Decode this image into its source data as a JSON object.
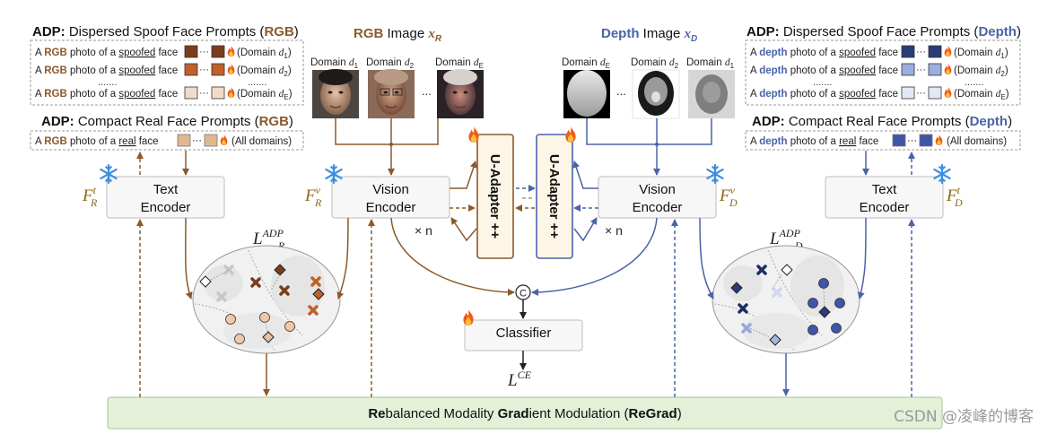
{
  "rgb_color": "#8b5a2b",
  "depth_color": "#4a63a8",
  "prompt_box_border": "#9a9a9a",
  "regrad_fill": "#e4f0d8",
  "left_panel": {
    "spoof_title_prefix": "ADP:",
    "spoof_title_text": "Dispersed Spoof Face Prompts (",
    "spoof_title_mod": "RGB",
    "spoof_title_close": ")",
    "spoof_rows": [
      {
        "pre": "A ",
        "mod": "RGB",
        "mid": " photo of a ",
        "u": "spoofed",
        "post": " face",
        "dom": "(Domain ",
        "sub": "d",
        "idx": "1",
        "close": ")"
      },
      {
        "pre": "A ",
        "mod": "RGB",
        "mid": " photo of a ",
        "u": "spoofed",
        "post": " face",
        "dom": "(Domain ",
        "sub": "d",
        "idx": "2",
        "close": ")"
      },
      {
        "pre": "A ",
        "mod": "RGB",
        "mid": " photo of a ",
        "u": "spoofed",
        "post": " face",
        "dom": "(Domain ",
        "sub": "d",
        "idx": "E",
        "close": ")"
      }
    ],
    "real_title_prefix": "ADP:",
    "real_title_text": "Compact Real Face Prompts (",
    "real_title_mod": "RGB",
    "real_title_close": ")",
    "real_row": {
      "pre": "A ",
      "mod": "RGB",
      "mid": " photo of a ",
      "u": "real",
      "post": " face",
      "dom": "(All domains)"
    },
    "swatch_colors_spoof": [
      "#7a3f1a",
      "#c0602a",
      "#f2dcc8"
    ],
    "swatch_color_real": "#e0b890"
  },
  "right_panel": {
    "spoof_title_prefix": "ADP:",
    "spoof_title_text": "Dispersed Spoof Face Prompts (",
    "spoof_title_mod": "Depth",
    "spoof_title_close": ")",
    "spoof_rows": [
      {
        "pre": "A ",
        "mod": "depth",
        "mid": " photo of a ",
        "u": "spoofed",
        "post": " face",
        "dom": "(Domain ",
        "sub": "d",
        "idx": "1",
        "close": ")"
      },
      {
        "pre": "A ",
        "mod": "depth",
        "mid": " photo of a ",
        "u": "spoofed",
        "post": " face",
        "dom": "(Domain ",
        "sub": "d",
        "idx": "2",
        "close": ")"
      },
      {
        "pre": "A ",
        "mod": "depth",
        "mid": " photo of a ",
        "u": "spoofed",
        "post": " face",
        "dom": "(Domain ",
        "sub": "d",
        "idx": "E",
        "close": ")"
      }
    ],
    "real_title_prefix": "ADP:",
    "real_title_text": "Compact Real Face Prompts (",
    "real_title_mod": "Depth",
    "real_title_close": ")",
    "real_row": {
      "pre": "A ",
      "mod": "depth",
      "mid": " photo of a ",
      "u": "real",
      "post": " face",
      "dom": "(All domains)"
    },
    "swatch_colors_spoof": [
      "#2a3c78",
      "#9aaee0",
      "#e2e8f6"
    ],
    "swatch_color_real": "#3f55a8"
  },
  "rgb_image": {
    "title_mod": "RGB",
    "title_text": " Image ",
    "var": "x",
    "var_sub": "R",
    "domains": [
      {
        "label": "Domain ",
        "sub": "d",
        "idx": "1"
      },
      {
        "label": "Domain ",
        "sub": "d",
        "idx": "2"
      },
      {
        "label": "Domain ",
        "sub": "d",
        "idx": "E"
      }
    ]
  },
  "depth_image": {
    "title_mod": "Depth",
    "title_text": " Image ",
    "var": "x",
    "var_sub": "D",
    "domains": [
      {
        "label": "Domain ",
        "sub": "d",
        "idx": "E"
      },
      {
        "label": "Domain ",
        "sub": "d",
        "idx": "2"
      },
      {
        "label": "Domain ",
        "sub": "d",
        "idx": "1"
      }
    ]
  },
  "ellipsis": "...",
  "row_dots": ".......",
  "swatch_dots": "···",
  "text_encoder_label_1": "Text",
  "text_encoder_label_2": "Encoder",
  "vision_encoder_label_1": "Vision",
  "vision_encoder_label_2": "Encoder",
  "times_n": "× n",
  "adapter_label": "U-Adapter ++",
  "concat_symbol": "C",
  "classifier_label": "Classifier",
  "loss_ce": {
    "sym": "L",
    "sup": "CE"
  },
  "loss_adp_left": {
    "sym": "L",
    "sub": "R",
    "sup": "ADP"
  },
  "loss_adp_right": {
    "sym": "L",
    "sub": "D",
    "sup": "ADP"
  },
  "encoder_sym": {
    "text_rgb": {
      "sym": "F",
      "sup": "t",
      "sub": "R"
    },
    "vision_rgb": {
      "sym": "F",
      "sup": "v",
      "sub": "R"
    },
    "vision_depth": {
      "sym": "F",
      "sup": "v",
      "sub": "D"
    },
    "text_depth": {
      "sym": "F",
      "sup": "t",
      "sub": "D"
    }
  },
  "regrad": {
    "p1": "Re",
    "p2": "balanced Modality ",
    "p3": "Grad",
    "p4": "ient Modulation (",
    "p5": "ReGrad",
    "p6": ")"
  },
  "watermark": "CSDN @凌峰的博客"
}
